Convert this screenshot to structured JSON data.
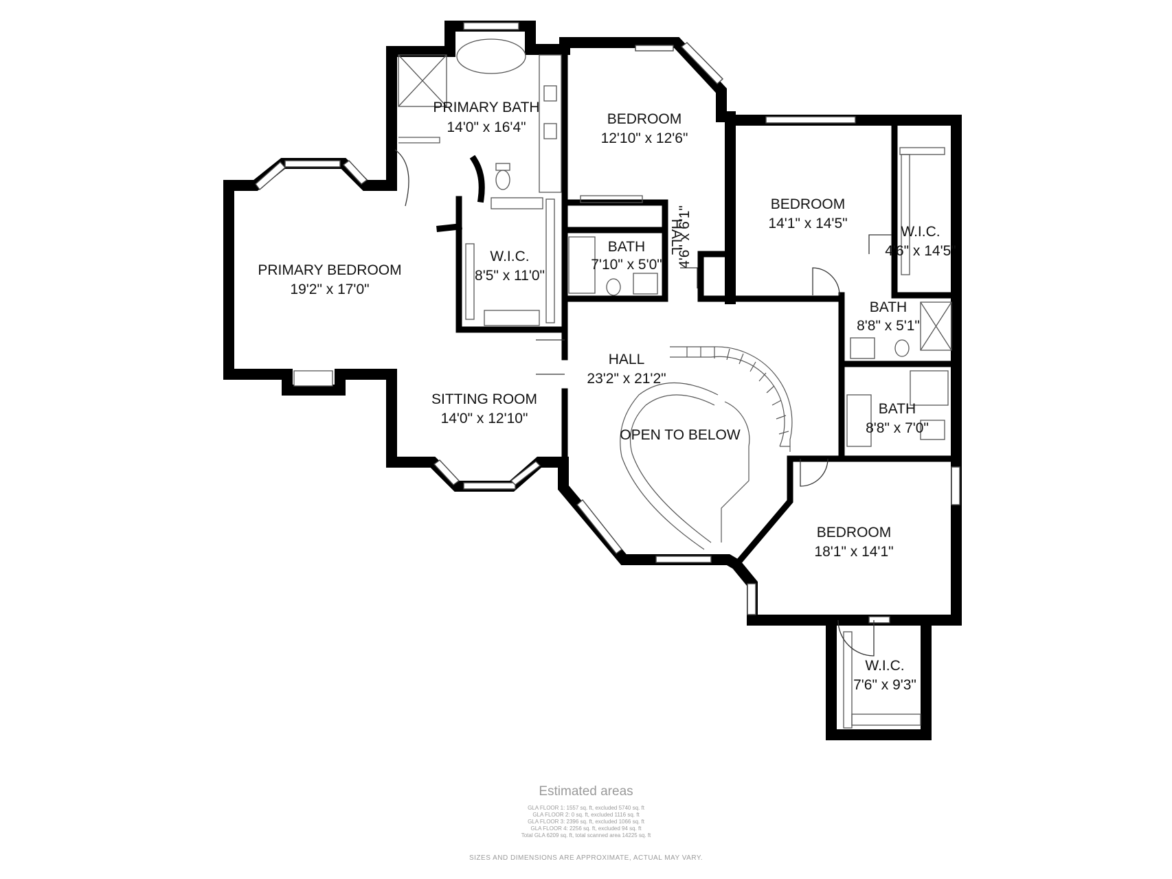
{
  "rooms": [
    {
      "id": "primary-bath",
      "name": "PRIMARY BATH",
      "dims": "14'0\" x 16'4\""
    },
    {
      "id": "bedroom-top",
      "name": "BEDROOM",
      "dims": "12'10\" x 12'6\""
    },
    {
      "id": "bedroom-right",
      "name": "BEDROOM",
      "dims": "14'1\" x 14'5\""
    },
    {
      "id": "wic-right",
      "name": "W.I.C.",
      "dims": "4'6\" x 14'5\""
    },
    {
      "id": "primary-bedroom",
      "name": "PRIMARY BEDROOM",
      "dims": "19'2\" x 17'0\""
    },
    {
      "id": "wic-primary",
      "name": "W.I.C.",
      "dims": "8'5\" x 11'0\""
    },
    {
      "id": "bath-small",
      "name": "BATH",
      "dims": "7'10\" x 5'0\""
    },
    {
      "id": "hall-small",
      "name": "HALL",
      "dims": "4'6\" x 6'1\""
    },
    {
      "id": "bath-right-1",
      "name": "BATH",
      "dims": "8'8\" x 5'1\""
    },
    {
      "id": "hall-main",
      "name": "HALL",
      "dims": "23'2\" x 21'2\""
    },
    {
      "id": "sitting-room",
      "name": "SITTING ROOM",
      "dims": "14'0\" x 12'10\""
    },
    {
      "id": "bath-right-2",
      "name": "BATH",
      "dims": "8'8\" x 7'0\""
    },
    {
      "id": "bedroom-bottom",
      "name": "BEDROOM",
      "dims": "18'1\" x 14'1\""
    },
    {
      "id": "wic-bottom",
      "name": "W.I.C.",
      "dims": "7'6\" x 9'3\""
    }
  ],
  "open_to_below": "OPEN TO BELOW",
  "estimated_areas": {
    "title": "Estimated areas",
    "lines": [
      "GLA FLOOR 1: 1557 sq. ft, excluded 5740 sq. ft",
      "GLA FLOOR 2: 0 sq. ft, excluded 1116 sq. ft",
      "GLA FLOOR 3: 2396 sq. ft, excluded 1066 sq. ft",
      "GLA FLOOR 4: 2256 sq. ft, excluded 94 sq. ft",
      "Total GLA 6209 sq. ft, total scanned area 14225 sq. ft"
    ]
  },
  "disclaimer": "SIZES AND DIMENSIONS ARE APPROXIMATE, ACTUAL MAY VARY.",
  "colors": {
    "walls": "#000000",
    "text": "#111111",
    "footer_text": "#9a9a9a",
    "background": "#ffffff"
  }
}
